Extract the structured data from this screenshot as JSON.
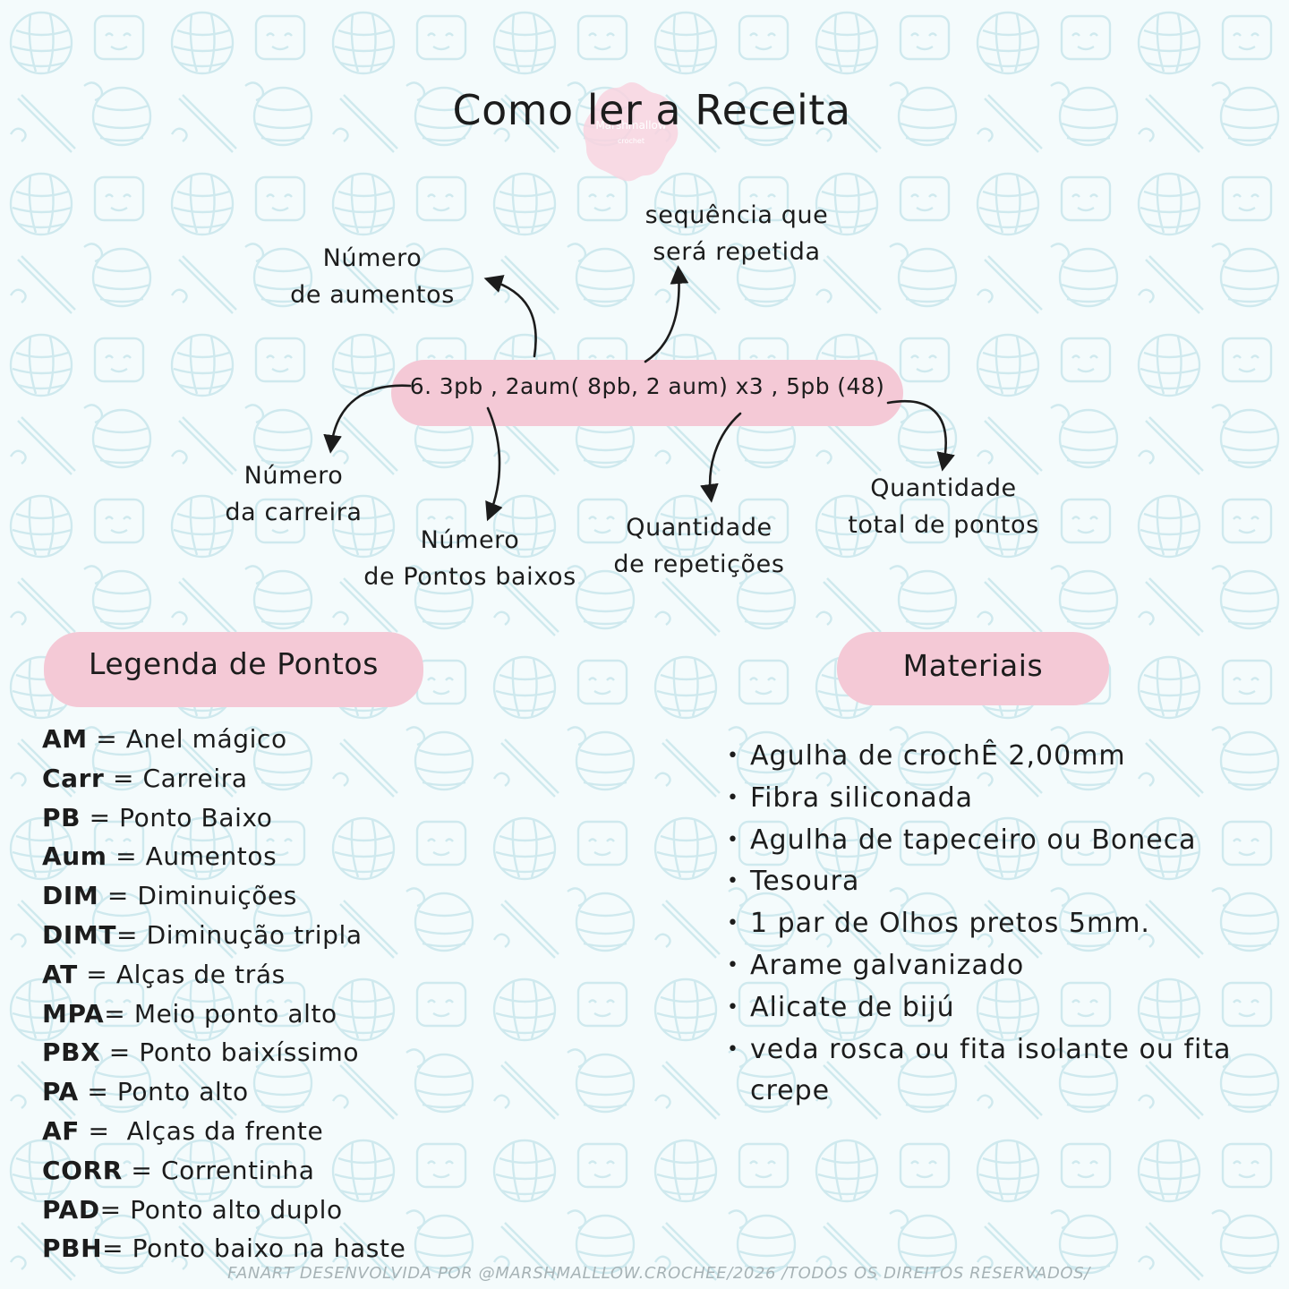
{
  "title": "Como ler a Receita",
  "formula": "6. 3pb , 2aum( 8pb, 2 aum) x3 , 5pb (48)",
  "labels": {
    "aumentos": "Número\nde aumentos",
    "sequencia": "sequência que\nserá repetida",
    "carreira": "Número\nda carreira",
    "pontos_baixos": "Número\nde Pontos baixos",
    "repeticoes": "Quantidade\nde repetições",
    "total": "Quantidade\ntotal de pontos"
  },
  "legend": {
    "title": "Legenda de Pontos",
    "items": [
      {
        "abbr": "AM",
        "sep": " = ",
        "desc": "Anel mágico"
      },
      {
        "abbr": "Carr",
        "sep": " = ",
        "desc": "Carreira"
      },
      {
        "abbr": "PB",
        "sep": " = ",
        "desc": "Ponto Baixo"
      },
      {
        "abbr": "Aum",
        "sep": " = ",
        "desc": "Aumentos"
      },
      {
        "abbr": "DIM",
        "sep": " = ",
        "desc": "Diminuições"
      },
      {
        "abbr": "DIMT",
        "sep": "= ",
        "desc": "Diminução tripla"
      },
      {
        "abbr": "AT",
        "sep": " = ",
        "desc": "Alças de trás"
      },
      {
        "abbr": "MPA",
        "sep": "= ",
        "desc": "Meio ponto alto"
      },
      {
        "abbr": "PBX",
        "sep": " = ",
        "desc": "Ponto baixíssimo"
      },
      {
        "abbr": "PA",
        "sep": " = ",
        "desc": "Ponto alto"
      },
      {
        "abbr": "AF",
        "sep": " =  ",
        "desc": "Alças da frente"
      },
      {
        "abbr": "CORR",
        "sep": " = ",
        "desc": "Correntinha"
      },
      {
        "abbr": "PAD",
        "sep": "= ",
        "desc": "Ponto alto duplo"
      },
      {
        "abbr": "PBH",
        "sep": "= ",
        "desc": "Ponto baixo na haste"
      }
    ]
  },
  "materials": {
    "title": "Materiais",
    "items": [
      "Agulha de crochÊ 2,00mm",
      "Fibra siliconada",
      "Agulha de tapeceiro ou Boneca",
      "Tesoura",
      "1 par de Olhos pretos  5mm.",
      "Arame galvanizado",
      "Alicate de bijú",
      "veda rosca ou fita isolante ou fita crepe"
    ]
  },
  "footer": "FANART DESENVOLVIDA POR @MARSHMALLLOW.CROCHEE/2026 /TODOS OS DIREITOS RESERVADOS/",
  "colors": {
    "background": "#f4fbfc",
    "pattern": "#cfe9ee",
    "pill": "#f4c9d6",
    "text": "#1c1c1c"
  }
}
